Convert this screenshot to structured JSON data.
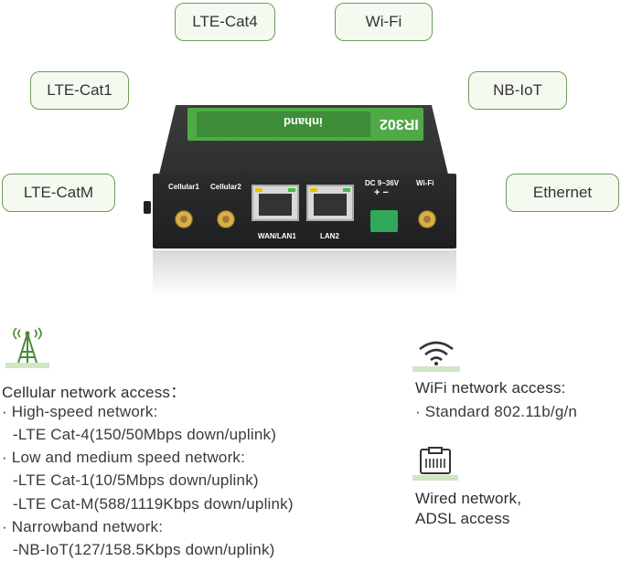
{
  "features": {
    "cat4": "LTE-Cat4",
    "wifi": "Wi-Fi",
    "cat1": "LTE-Cat1",
    "nbiot": "NB-IoT",
    "catm": "LTE-CatM",
    "ethernet": "Ethernet"
  },
  "device": {
    "cellular1": "Cellular1",
    "cellular2": "Cellular2",
    "wan_lan1": "WAN/LAN1",
    "lan2": "LAN2",
    "dc": "DC 9~36V",
    "polarity": "+ −",
    "wifi": "Wi-Fi",
    "model": "IR302",
    "brand": "inhand"
  },
  "cellular": {
    "icon": "cell-tower-icon",
    "title": "Cellular network access：",
    "lines": [
      "· High-speed network:",
      "-LTE Cat-4(150/50Mbps down/uplink)",
      "· Low and medium speed network:",
      "-LTE Cat-1(10/5Mbps down/uplink)",
      "-LTE Cat-M(588/1119Kbps down/uplink)",
      "· Narrowband network:",
      "-NB-IoT(127/158.5Kbps down/uplink)"
    ]
  },
  "wifi_access": {
    "icon": "wifi-icon",
    "title": "WiFi network access:",
    "line": "· Standard 802.11b/g/n"
  },
  "wired": {
    "icon": "ethernet-port-icon",
    "line1": "Wired network,",
    "line2": "ADSL access"
  },
  "colors": {
    "accent": "#6d9c5a",
    "pill_bg": "#f5faf1",
    "device_green": "#4faa46"
  }
}
